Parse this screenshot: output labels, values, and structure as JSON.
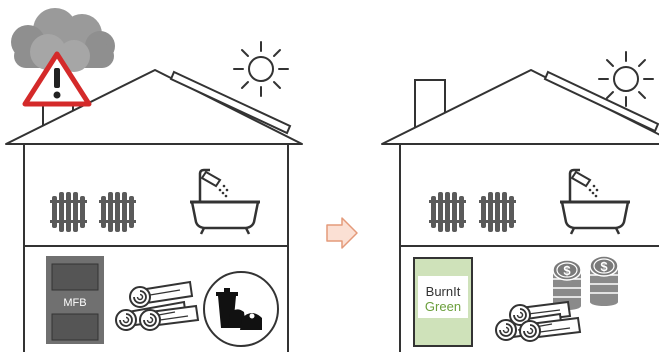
{
  "left_house": {
    "boiler_label": "MFB"
  },
  "arrow": {
    "fill": "#fbe0d4",
    "stroke": "#e49a7a"
  },
  "right_house": {
    "bag_text_line1": "BurnIt",
    "bag_text_line2": "Green",
    "bag_color": "#cfe2ba",
    "bag_text_color": "#6b9f3c"
  },
  "icons": {
    "left": [
      "storm-cloud-icon",
      "warning-icon",
      "sun-icon",
      "radiator-icon",
      "bathtub-icon",
      "boiler-icon",
      "firewood-icon",
      "garbage-icon"
    ],
    "right": [
      "sun-icon",
      "radiator-icon",
      "bathtub-icon",
      "pellet-bag-icon",
      "coin-stacks-icon",
      "firewood-icon"
    ]
  },
  "colors": {
    "outline": "#333333",
    "warning_red": "#d42a2a",
    "boiler_body": "#707070",
    "boiler_panel": "#555555"
  }
}
